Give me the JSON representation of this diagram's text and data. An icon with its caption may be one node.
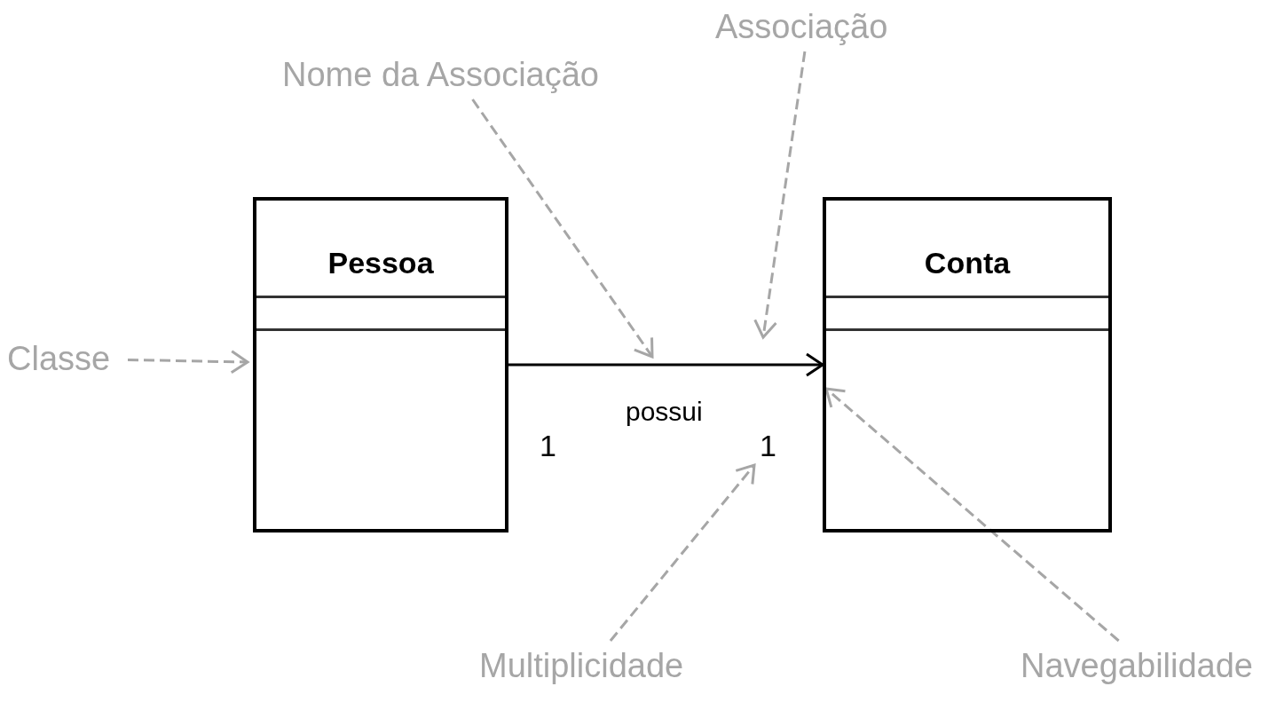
{
  "diagram": {
    "nodes": [
      {
        "text": [
          "Pessoa"
        ]
      },
      {
        "text": [
          "Conta"
        ]
      },
      {
        "text": [
          "Classe"
        ]
      },
      {
        "text": [
          "Nome da Associação"
        ]
      },
      {
        "text": [
          "Associação"
        ]
      },
      {
        "text": [
          "Multiplicidade"
        ]
      },
      {
        "text": [
          "Navegabilidade"
        ]
      },
      {
        "text": [
          "1"
        ]
      },
      {
        "text": [
          "1"
        ]
      }
    ],
    "edges": [
      {
        "from": 0,
        "to": 1,
        "arrow": "to",
        "label": "possui",
        "color": "#000000"
      },
      {
        "from": 2,
        "to": 0,
        "arrow": "to",
        "style": "dashed",
        "color": "#a6a6a6"
      },
      {
        "from": 3,
        "to": null,
        "arrow": "to",
        "style": "dashed",
        "color": "#a6a6a6"
      },
      {
        "from": 4,
        "to": null,
        "arrow": "to",
        "style": "dashed",
        "color": "#a6a6a6"
      },
      {
        "from": 5,
        "to": 8,
        "arrow": "to",
        "style": "dashed",
        "color": "#a6a6a6"
      },
      {
        "from": 6,
        "to": 1,
        "arrow": "to",
        "style": "dashed",
        "color": "#a6a6a6"
      }
    ]
  }
}
